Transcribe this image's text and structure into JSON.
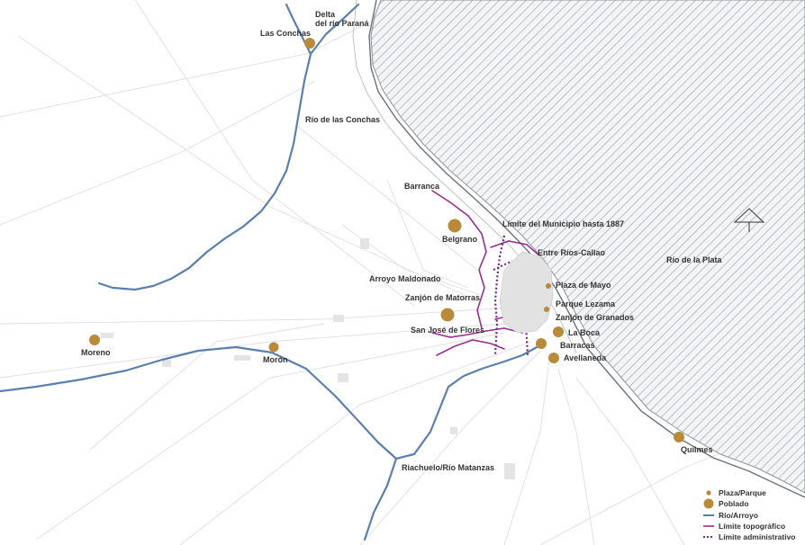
{
  "colors": {
    "water_hatch": "#9aa2ab",
    "river": "#5b7fb0",
    "topographic_limit": "#9b2d8f",
    "administrative_limit": "#6d2a86",
    "settlement": "#b98a3a",
    "road": "#d9d9d9"
  },
  "labels": {
    "delta": [
      "Delta",
      "del río Paraná"
    ],
    "las_conchas": "Las Conchas",
    "rio_las_conchas": "Río de las Conchas",
    "barranca": "Barranca",
    "limite_municipio": "Límite del Municipio hasta 1887",
    "belgrano": "Belgrano",
    "entre_rios": "Entre Ríos-Callao",
    "rio_plata": "Río de la Plata",
    "arroyo_maldonado": "Arroyo Maldonado",
    "plaza_mayo": "Plaza de Mayo",
    "zanjon_matorras": "Zanjón de Matorras",
    "parque_lezama": "Parque Lezama",
    "zanjon_granados": "Zanjón de Granados",
    "san_jose_flores": "San José de Flores",
    "la_boca": "La Boca",
    "moreno": "Moreno",
    "moron": "Morón",
    "barracas": "Barracas",
    "avellaneda": "Avellaneda",
    "quilmes": "Quilmes",
    "riachuelo": "Riachuelo/Río Matanzas"
  },
  "legend": {
    "plaza": "Plaza/Parque",
    "poblado": "Poblado",
    "rio": "Río/Arroyo",
    "topografico": "Límite topográfico",
    "administrativo": "Límite administrativo"
  },
  "icons": {
    "north_arrow": "north-arrow-icon"
  }
}
